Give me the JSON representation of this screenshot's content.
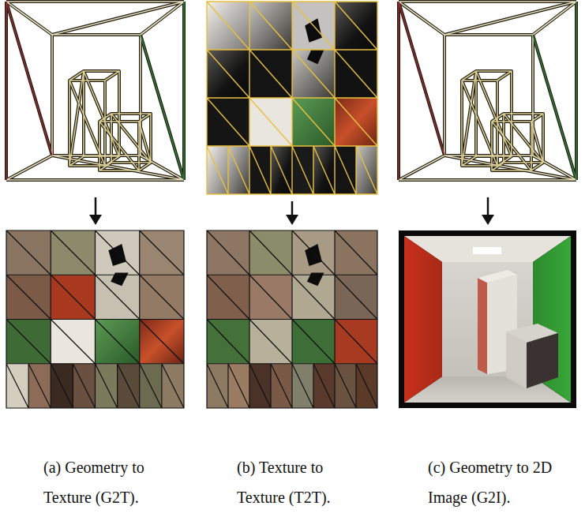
{
  "diagram": {
    "labels": [
      "(a) Geometry to Texture (G2T).",
      "(b) Texture to Texture (T2T).",
      "(c) Geometry to 2D Image (G2I)."
    ]
  }
}
